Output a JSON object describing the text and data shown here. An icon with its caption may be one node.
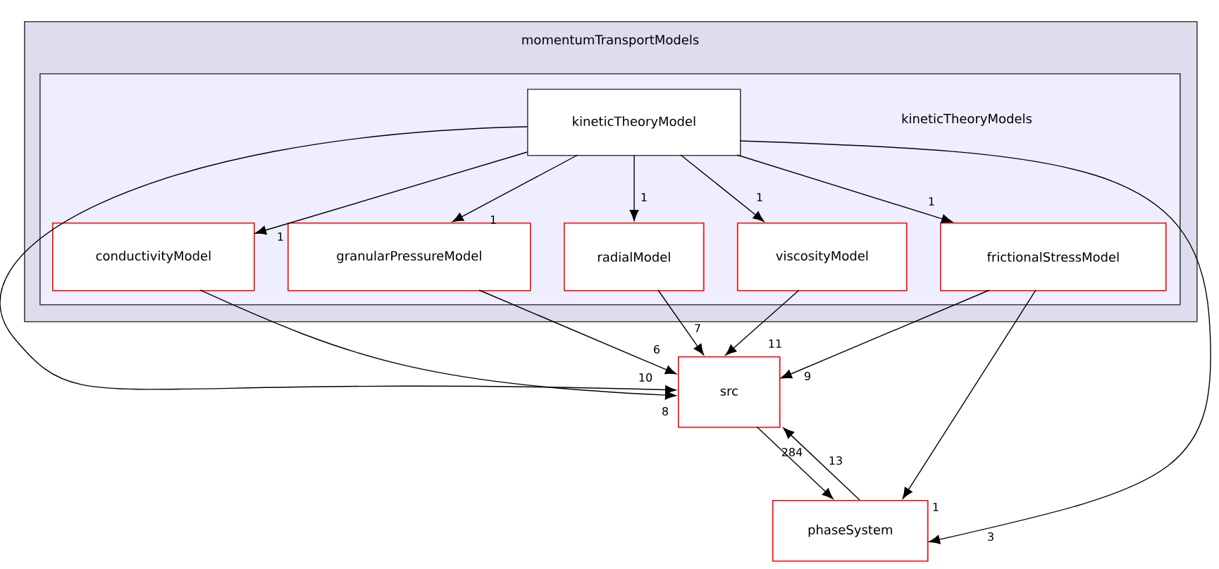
{
  "diagram": {
    "nodes": [
      {
        "text": [
          "momentumTransportModels"
        ]
      },
      {
        "text": [
          "kineticTheoryModels"
        ],
        "in": 0
      },
      {
        "text": [
          "kineticTheoryModel"
        ],
        "in": 1
      },
      {
        "text": [
          "conductivityModel"
        ],
        "in": 1
      },
      {
        "text": [
          "granularPressureModel"
        ],
        "in": 1
      },
      {
        "text": [
          "radialModel"
        ],
        "in": 1
      },
      {
        "text": [
          "viscosityModel"
        ],
        "in": 1
      },
      {
        "text": [
          "frictionalStressModel"
        ],
        "in": 1
      },
      {
        "text": [
          "src"
        ]
      },
      {
        "text": [
          "phaseSystem"
        ]
      }
    ],
    "edges": [
      {
        "from": 2,
        "to": 3,
        "arrow": "to",
        "label": "1"
      },
      {
        "from": 2,
        "to": 4,
        "arrow": "to",
        "label": "1"
      },
      {
        "from": 2,
        "to": 5,
        "arrow": "to",
        "label": "1"
      },
      {
        "from": 2,
        "to": 6,
        "arrow": "to",
        "label": "1"
      },
      {
        "from": 2,
        "to": 7,
        "arrow": "to",
        "label": "1"
      },
      {
        "from": 2,
        "to": 8,
        "arrow": "to",
        "label": "10"
      },
      {
        "from": 2,
        "to": 9,
        "arrow": "to",
        "label": "3"
      },
      {
        "from": 3,
        "to": 8,
        "arrow": "to",
        "label": "8"
      },
      {
        "from": 4,
        "to": 8,
        "arrow": "to",
        "label": "6"
      },
      {
        "from": 5,
        "to": 8,
        "arrow": "to",
        "label": "7"
      },
      {
        "from": 6,
        "to": 8,
        "arrow": "to",
        "label": "11"
      },
      {
        "from": 7,
        "to": 8,
        "arrow": "to",
        "label": "9"
      },
      {
        "from": 7,
        "to": 9,
        "arrow": "to",
        "label": "1"
      },
      {
        "from": 8,
        "to": 9,
        "arrow": "to",
        "label": "284"
      },
      {
        "from": 9,
        "to": 8,
        "arrow": "to",
        "label": "13"
      }
    ]
  }
}
